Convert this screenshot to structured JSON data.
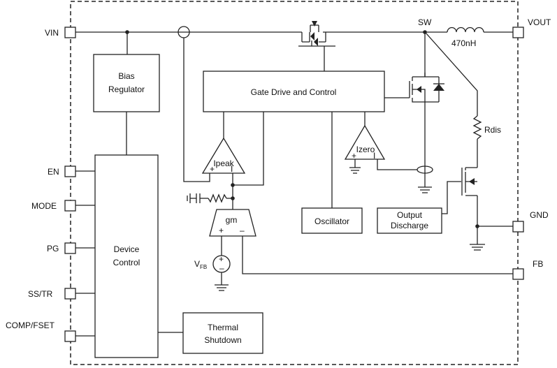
{
  "pins": {
    "vin": "VIN",
    "en": "EN",
    "mode": "MODE",
    "pg": "PG",
    "sstr": "SS/TR",
    "compfset": "COMP/FSET",
    "vout": "VOUT",
    "gnd": "GND",
    "fb": "FB"
  },
  "blocks": {
    "bias_line1": "Bias",
    "bias_line2": "Regulator",
    "gate_drive": "Gate Drive and Control",
    "device_line1": "Device",
    "device_line2": "Control",
    "oscillator": "Oscillator",
    "output_line1": "Output",
    "output_line2": "Discharge",
    "thermal_line1": "Thermal",
    "thermal_line2": "Shutdown"
  },
  "labels": {
    "sw": "SW",
    "inductor": "470nH",
    "rdis": "Rdis",
    "ipeak": "Ipeak",
    "izero": "Izero",
    "gm": "gm",
    "vfb_main": "V",
    "vfb_sub": "FB",
    "plus": "+",
    "minus": "–",
    "minus_small": "I"
  }
}
